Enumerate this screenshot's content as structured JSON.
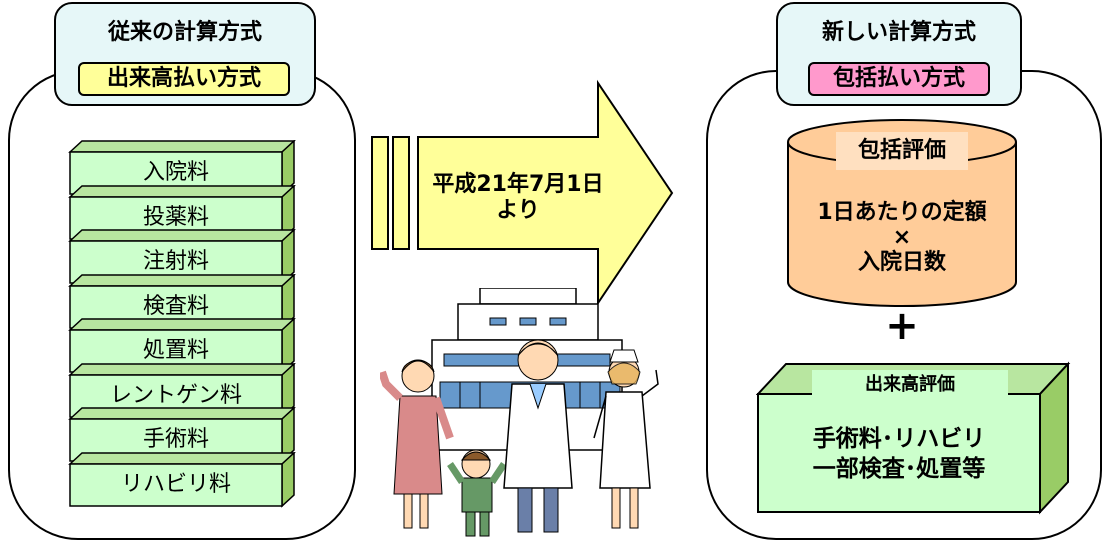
{
  "left": {
    "title": "従来の計算方式",
    "method": "出来高払い方式",
    "items": [
      "入院料",
      "投薬料",
      "注射料",
      "検査料",
      "処置料",
      "レントゲン料",
      "手術料",
      "リハビリ料"
    ]
  },
  "arrow": {
    "date_line1": "平成21年7月1日",
    "date_line2": "より"
  },
  "right": {
    "title": "新しい計算方式",
    "method": "包括払い方式",
    "cylinder": {
      "label": "包括評価",
      "line1": "1日あたりの定額",
      "times": "×",
      "line2": "入院日数"
    },
    "plus": "+",
    "box": {
      "label": "出来高評価",
      "line1": "手術料･リハビリ",
      "line2": "一部検査･処置等"
    }
  },
  "colors": {
    "tab_bg": "#e6f7f8",
    "left_chip": "#ffff99",
    "right_chip": "#ff99cc",
    "item_front": "#ccffcc",
    "item_top": "#b8e6a0",
    "item_side": "#99cc66",
    "arrow": "#ffff99",
    "cylinder": "#ffcc99",
    "cylinder_label": "#ffe0c0",
    "box_front": "#ccffcc",
    "box_side": "#99cc66"
  }
}
